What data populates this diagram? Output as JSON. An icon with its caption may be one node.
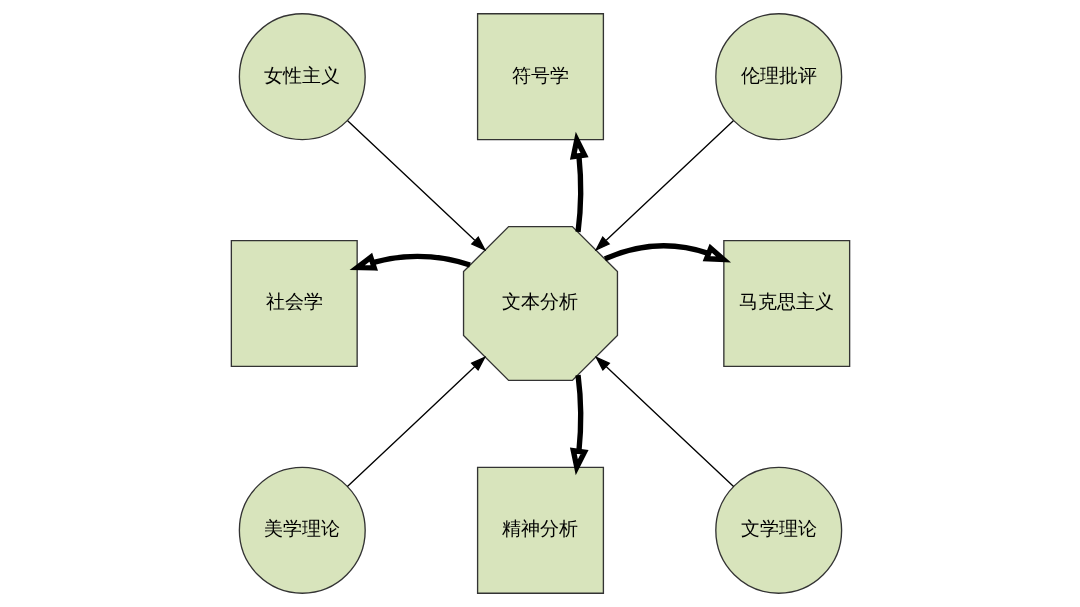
{
  "diagram": {
    "nodes": [
      {
        "text": [
          "文本分析"
        ]
      },
      {
        "text": [
          "女性主义"
        ]
      },
      {
        "text": [
          "符号学"
        ]
      },
      {
        "text": [
          "伦理批评"
        ]
      },
      {
        "text": [
          "社会学"
        ]
      },
      {
        "text": [
          "马克思主义"
        ]
      },
      {
        "text": [
          "美学理论"
        ]
      },
      {
        "text": [
          "精神分析"
        ]
      },
      {
        "text": [
          "文学理论"
        ]
      }
    ],
    "edges": [
      {
        "from": 1,
        "to": 0,
        "arrow": "to"
      },
      {
        "from": 0,
        "to": 2,
        "arrow": "to",
        "style": "thick"
      },
      {
        "from": 3,
        "to": 0,
        "arrow": "to"
      },
      {
        "from": 0,
        "to": 4,
        "arrow": "to",
        "style": "thick"
      },
      {
        "from": 0,
        "to": 5,
        "arrow": "to",
        "style": "thick"
      },
      {
        "from": 6,
        "to": 0,
        "arrow": "to"
      },
      {
        "from": 0,
        "to": 7,
        "arrow": "to",
        "style": "thick"
      },
      {
        "from": 8,
        "to": 0,
        "arrow": "to"
      }
    ]
  }
}
